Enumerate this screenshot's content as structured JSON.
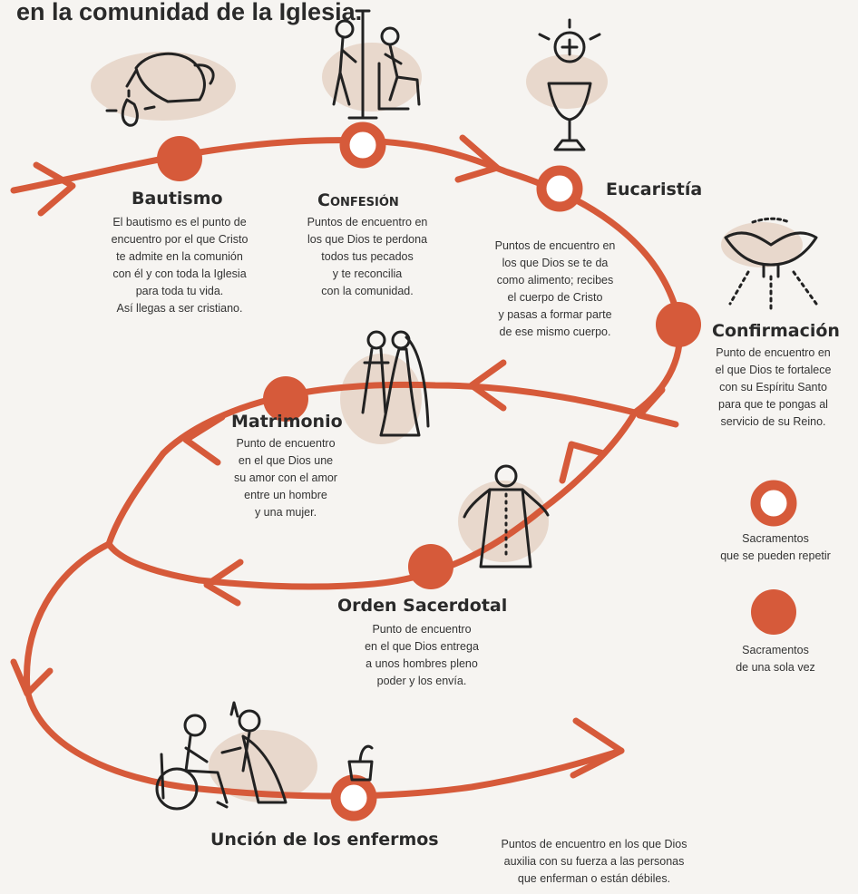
{
  "header": {
    "title": "en la comunidad de la Iglesia."
  },
  "sacraments": {
    "bautismo": {
      "name": "Bautismo",
      "desc": [
        "El bautismo es el punto de",
        "encuentro por el que Cristo",
        "te admite en la comunión",
        "con él y con toda la Iglesia",
        "para toda tu vida.",
        "Así llegas a ser cristiano."
      ]
    },
    "confesion": {
      "name": "Confesión",
      "desc": [
        "Puntos de encuentro en",
        "los que Dios te perdona",
        "todos tus pecados",
        "y te reconcilia",
        "con la comunidad."
      ]
    },
    "eucaristia": {
      "name": "Eucaristía",
      "desc": [
        "Puntos de encuentro en",
        "los que Dios se te da",
        "como alimento; recibes",
        "el cuerpo de Cristo",
        "y pasas a formar parte",
        "de ese mismo cuerpo."
      ]
    },
    "confirmacion": {
      "name": "Confirmación",
      "desc": [
        "Punto de encuentro en",
        "el que Dios te fortalece",
        "con su Espíritu Santo",
        "para que te pongas al",
        "servicio de su Reino."
      ]
    },
    "matrimonio": {
      "name": "Matrimonio",
      "desc": [
        "Punto de encuentro",
        "en el que Dios une",
        "su amor con el amor",
        "entre un hombre",
        "y una mujer."
      ]
    },
    "orden": {
      "name": "Orden Sacerdotal",
      "desc": [
        "Punto de encuentro",
        "en el que Dios entrega",
        "a unos hombres pleno",
        "poder y los envía."
      ]
    },
    "uncion": {
      "name": "Unción de los enfermos",
      "desc": [
        "Puntos de encuentro en los que Dios",
        "auxilia con su fuerza a las personas",
        "que enferman o están débiles."
      ]
    }
  },
  "legend": {
    "repeatable": [
      "Sacramentos",
      "que se pueden repetir"
    ],
    "once": [
      "Sacramentos",
      "de una sola vez"
    ]
  },
  "colors": {
    "path": "#d65a3a",
    "accent_blob": "#e4d3c6",
    "text": "#2a2a2a"
  }
}
